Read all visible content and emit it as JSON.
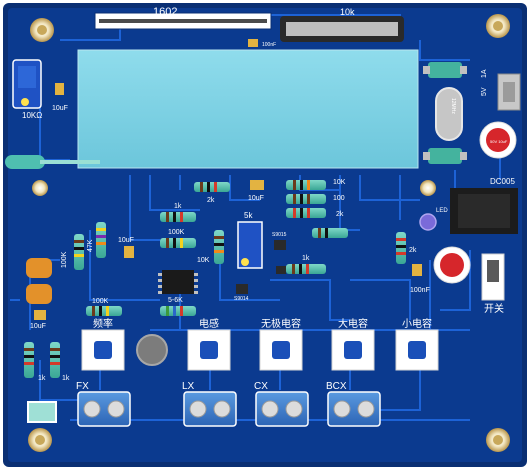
{
  "board": {
    "colors": {
      "pcb": "#0b3a8f",
      "pcb_edge": "#0a2f73",
      "trace": "#1d62d6",
      "silkscreen": "#ffffff",
      "lcd": "#7fd3e6",
      "pad": "#e9d9a8",
      "terminal": "#3f7fd0"
    },
    "lcd_label": "1602",
    "pot_label": "10k",
    "cap_100nf_top": "100nF",
    "trimmer_value": "10KΩ",
    "cap_10uf_left": "10uF",
    "crystal_label": "12MHz",
    "power_labels": [
      "5V",
      "1A"
    ],
    "dc_jack_label": "DC005",
    "led_label": "LED",
    "electrolytic_cap_text": "50V 10uF",
    "resistor_labels": {
      "r_2k_top": "2k",
      "r_10uf_mid": "10uF",
      "r_10k_right": "10K",
      "r_100_right": "100",
      "r_2k_right": "2k",
      "r_1k_upper": "1k",
      "r_100k_mid": "100K",
      "r_10k_vert": "10K",
      "r_5k_trimmer": "5k",
      "t_s9015": "S9015",
      "r_1k_lower": "1K",
      "r_1k_center": "1k",
      "r_2k_led": "2k",
      "cap_100nf_led": "100nF",
      "r_100k_left": "100K",
      "r_47k": "47K",
      "cap_10uf_c2": "10uF",
      "r_100k_bottom": "100K",
      "r_5_6k": "5-6K",
      "t_s9014": "S9014",
      "cap_10uf_bottom": "10uF",
      "r_1k_a": "1k",
      "r_1k_b": "1k"
    },
    "switch_label": "开关",
    "buttons": [
      {
        "label": "频率"
      },
      {
        "label": "电感"
      },
      {
        "label": "无极电容"
      },
      {
        "label": "大电容"
      },
      {
        "label": "小电容"
      }
    ],
    "terminals": [
      {
        "label": "FX"
      },
      {
        "label": "LX"
      },
      {
        "label": "CX"
      },
      {
        "label": "BCX"
      }
    ]
  }
}
